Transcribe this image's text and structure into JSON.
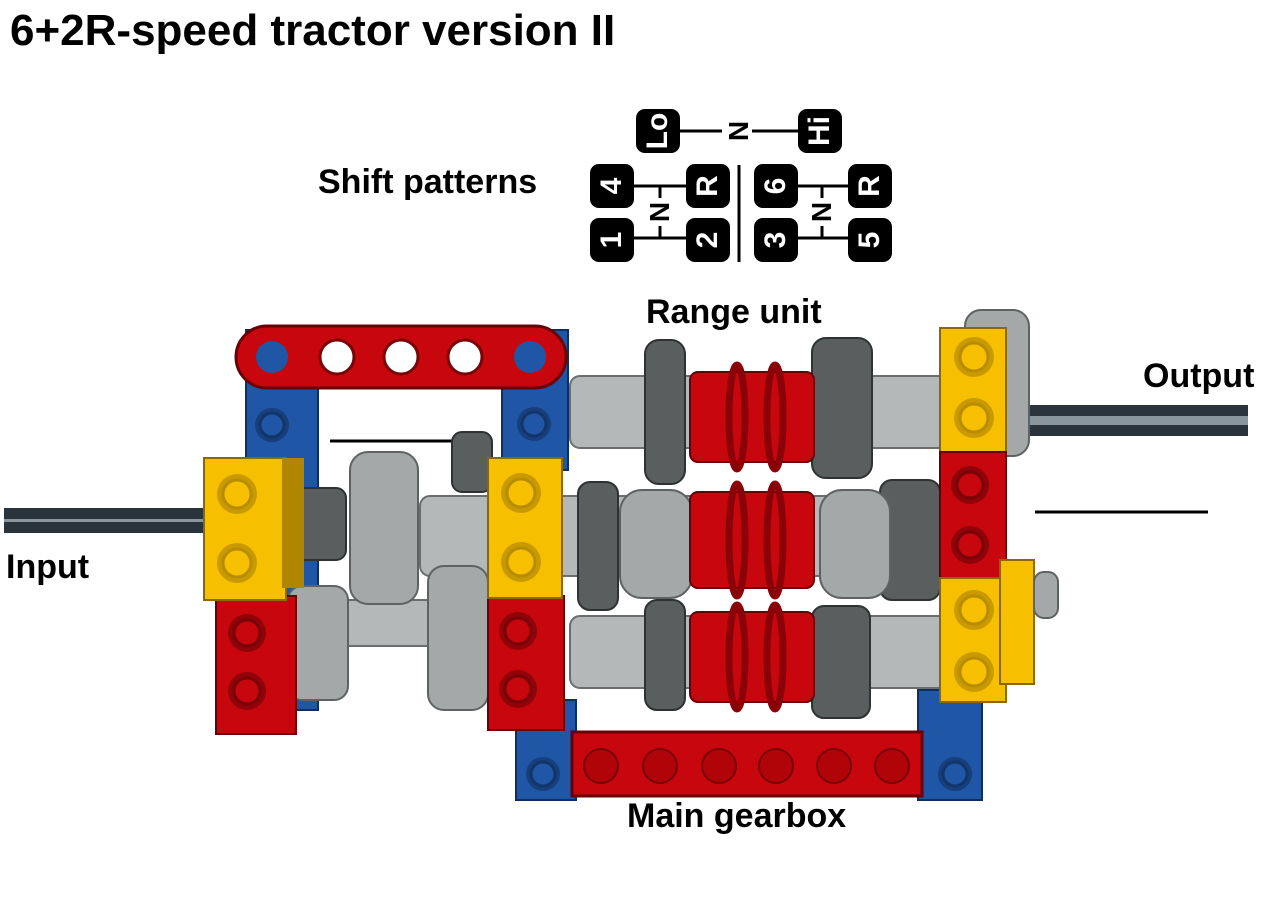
{
  "title": "6+2R-speed tractor version II",
  "labels": {
    "shift_patterns": "Shift patterns",
    "range_unit": "Range unit",
    "output": "Output",
    "input": "Input",
    "main_gearbox": "Main gearbox"
  },
  "shift_pattern": {
    "range": {
      "lo": "Lo",
      "neutral": "N",
      "hi": "Hi"
    },
    "left_gate": {
      "top_left": "4",
      "top_right": "R",
      "bottom_left": "1",
      "bottom_right": "2",
      "neutral": "N"
    },
    "right_gate": {
      "top_left": "6",
      "top_right": "R",
      "bottom_left": "3",
      "bottom_right": "5",
      "neutral": "N"
    }
  },
  "colors": {
    "red": "#c8060e",
    "yellow": "#f6c000",
    "blue": "#1f56a6",
    "gear_gray": "#a4a8a8",
    "axle": "#2a343c"
  }
}
